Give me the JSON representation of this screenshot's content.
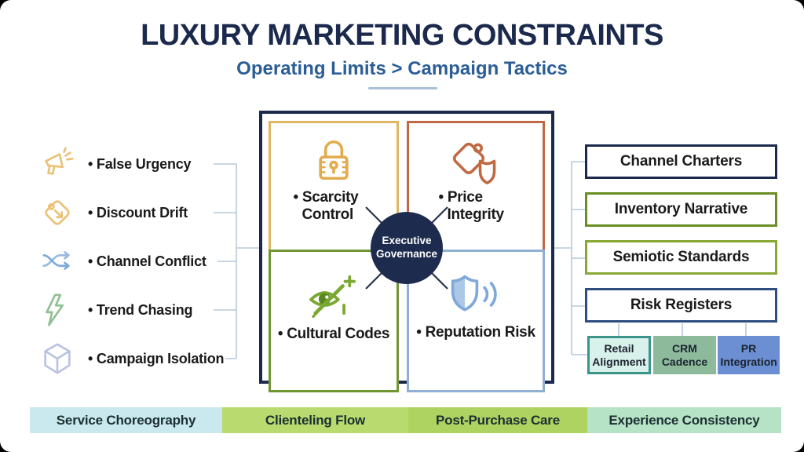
{
  "header": {
    "title": "LUXURY MARKETING CONSTRAINTS",
    "subtitle": "Operating Limits > Campaign Tactics",
    "title_color": "#1b2a4c",
    "subtitle_color": "#2b5d96"
  },
  "left_constraints": {
    "items": [
      {
        "icon": "megaphone-icon",
        "icon_color": "#e9c278",
        "label": "• False Urgency"
      },
      {
        "icon": "price-tag-icon",
        "icon_color": "#e9c278",
        "label": "• Discount Drift"
      },
      {
        "icon": "shuffle-icon",
        "icon_color": "#7fa9d8",
        "label": "• Channel Conflict"
      },
      {
        "icon": "lightning-icon",
        "icon_color": "#92c092",
        "label": "• Trend Chasing"
      },
      {
        "icon": "cube-icon",
        "icon_color": "#bac4e2",
        "label": "• Campaign Isolation"
      }
    ]
  },
  "matrix": {
    "outer_border_color": "#1b2a4c",
    "hub": {
      "label": "Executive Governance",
      "bg": "#1d2c4e",
      "text_color": "#ffffff"
    },
    "cells": [
      {
        "icon": "padlock-icon",
        "label": "• Scarcity Control",
        "border_color": "#dfb763",
        "icon_color": "#e2ab4e"
      },
      {
        "icon": "tag-shield-icon",
        "label": "• Price Integrity",
        "border_color": "#c06a45",
        "icon_color": "#c06a45"
      },
      {
        "icon": "eye-pencil-icon",
        "label": "• Cultural Codes",
        "border_color": "#6f9632",
        "icon_color": "#7aa832"
      },
      {
        "icon": "shield-waves-icon",
        "label": "• Reputation Risk",
        "border_color": "#8fb0d4",
        "icon_color": "#7fa9d8"
      }
    ]
  },
  "right_column": {
    "boxes": [
      {
        "label": "Channel Charters",
        "border_color": "#1b2a4c"
      },
      {
        "label": "Inventory Narrative",
        "border_color": "#6b8e23"
      },
      {
        "label": "Semiotic Standards",
        "border_color": "#87a833"
      },
      {
        "label": "Risk Registers",
        "border_color": "#2d4e7e"
      }
    ],
    "sub_boxes": [
      {
        "label": "Retail Alignment",
        "bg": "#d8f1ea",
        "border_color": "#3b948a"
      },
      {
        "label": "CRM Cadence",
        "bg": "#8cba9b"
      },
      {
        "label": "PR Integration",
        "bg": "#6c8ed2"
      }
    ]
  },
  "bottom_bar": {
    "segments": [
      {
        "label": "Service Choreography",
        "bg": "#c9e9ee"
      },
      {
        "label": "Clienteling Flow",
        "bg": "#b8da6e"
      },
      {
        "label": "Post-Purchase Care",
        "bg": "#aed360"
      },
      {
        "label": "Experience Consistency",
        "bg": "#b6e2c6"
      }
    ]
  }
}
